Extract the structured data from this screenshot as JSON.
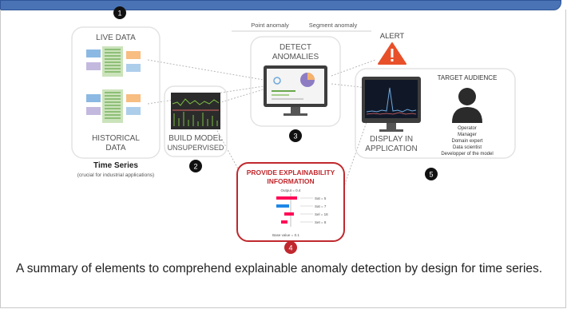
{
  "step_numbers": [
    "1",
    "2",
    "3",
    "4",
    "5"
  ],
  "live_data": "LIVE DATA",
  "historical_data_line1": "HISTORICAL",
  "historical_data_line2": "DATA",
  "time_series_title": "Time Series",
  "time_series_note": "(crucial for industrial applications)",
  "build_model_line1": "BUILD MODEL",
  "build_model_line2": "UNSUPERVISED",
  "point_anomaly": "Point anomaly",
  "segment_anomaly": "Segment anomaly",
  "detect_line1": "DETECT",
  "detect_line2": "ANOMALIES",
  "alert": "ALERT",
  "display_line1": "DISPLAY IN",
  "display_line2": "APPLICATION",
  "target_audience": "TARGET AUDIENCE",
  "audience": [
    "Operator",
    "Manager",
    "Domain expert",
    "Data scientist",
    "Developper of the model"
  ],
  "explain_line1": "PROVIDE EXPLAINABILITY",
  "explain_line2": "INFORMATION",
  "shap_output": "Output = 0.4",
  "shap_base": "Base value = 0.1",
  "shap_features": [
    "Sat = 5",
    "Sat = 7",
    "Sel = 18",
    "Set = 8"
  ],
  "caption": "A summary of elements to comprehend explainable anomaly detection by design for time series.",
  "colors": {
    "topbar": "#4a73b5",
    "explain_border": "#c0282d",
    "alert": "#e8502a",
    "step_badge": "#111111"
  }
}
